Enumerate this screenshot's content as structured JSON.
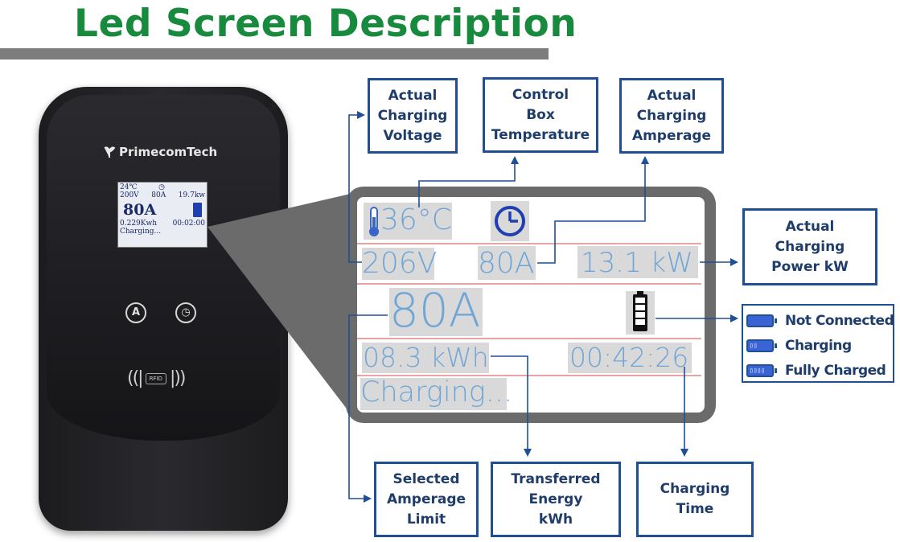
{
  "title": "Led Screen Description",
  "device": {
    "brand": "PrimecomTech",
    "mini_lcd": {
      "row1_left": "24℃",
      "row1_icon": "clock-icon",
      "row2_voltage": "200V",
      "row2_amp": "80A",
      "row2_power": "19.7kw",
      "big_amp": "80A",
      "energy": "0.229Kwh",
      "time": "00:02:00",
      "status": "Charging..."
    },
    "button_a": "A",
    "rfid_label": "RFID",
    "rfid_waves_left": "((|",
    "rfid_waves_right": "|))"
  },
  "lcd": {
    "temperature": "36°C",
    "voltage": "206V",
    "amperage": "80A",
    "power": "13.1 kW",
    "selected_amp": "80A",
    "energy": "08.3 kWh",
    "time": "00:42:26",
    "status": "Charging..."
  },
  "callouts": {
    "voltage": [
      "Actual",
      "Charging",
      "Voltage"
    ],
    "temperature": [
      "Control",
      "Box",
      "Temperature"
    ],
    "amperage": [
      "Actual",
      "Charging",
      "Amperage"
    ],
    "power": [
      "Actual",
      "Charging",
      "Power kW"
    ],
    "amp_limit": [
      "Selected",
      "Amperage",
      "Limit"
    ],
    "energy": [
      "Transferred",
      "Energy",
      "kWh"
    ],
    "time": [
      "Charging",
      "Time"
    ]
  },
  "legend": {
    "items": [
      {
        "label": "Not Connected",
        "glyph": ""
      },
      {
        "label": "Charging",
        "glyph": "▯▯"
      },
      {
        "label": "Fully Charged",
        "glyph": "▯▯▯▯"
      }
    ]
  },
  "colors": {
    "title_green": "#178a3e",
    "box_blue": "#1f4f94",
    "lcd_text": "#6fa6d6",
    "battery_fill": "#3a64d6"
  }
}
